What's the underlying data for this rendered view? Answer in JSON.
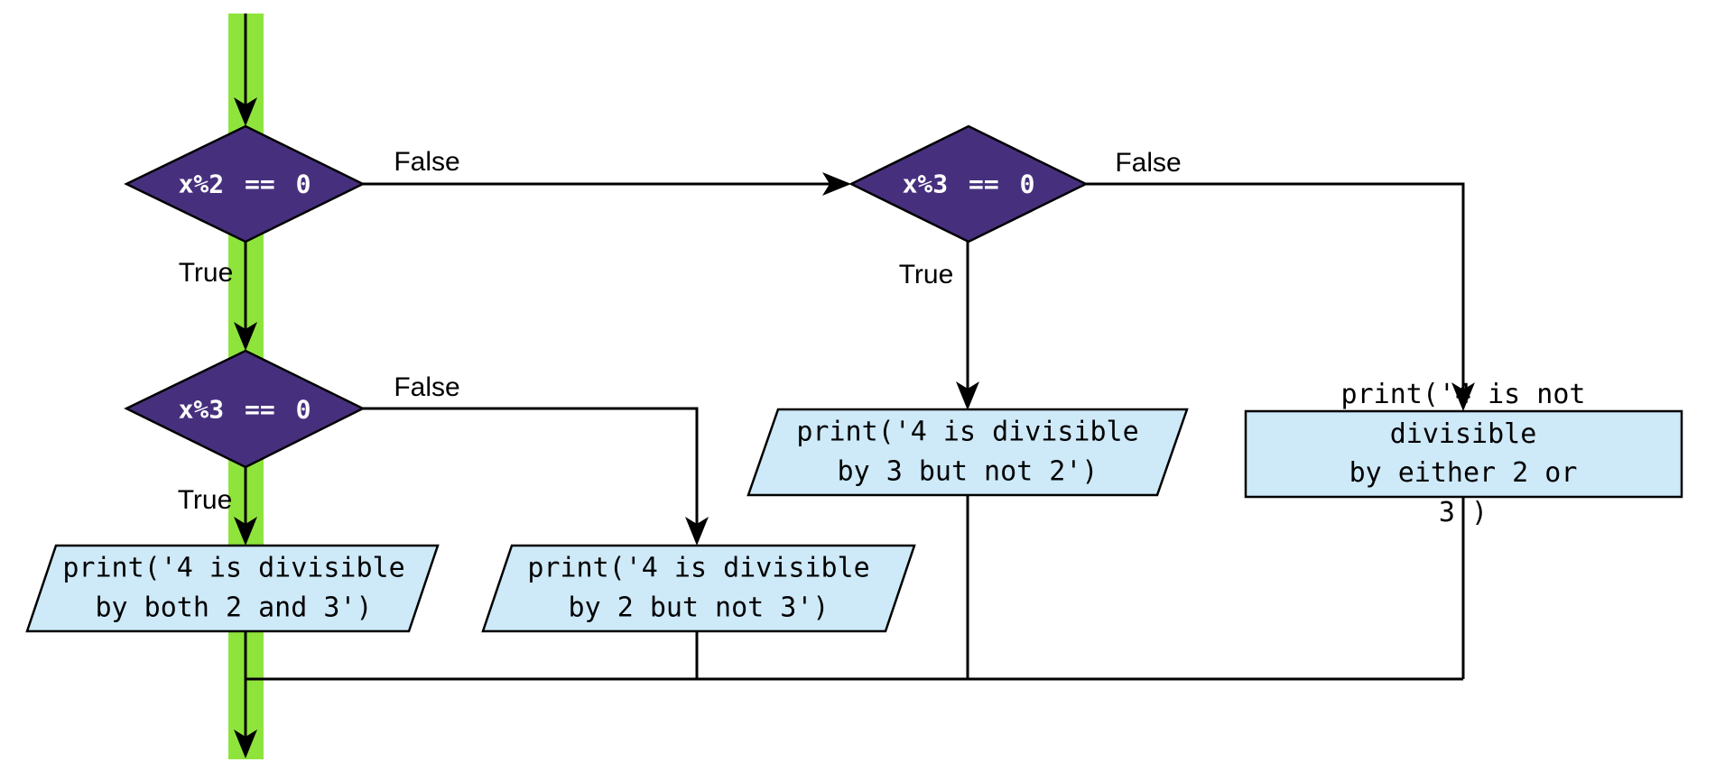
{
  "colors": {
    "decision_fill": "#46307E",
    "decision_text": "#FFFFFF",
    "io_fill": "#CEE9F8",
    "highlight": "#8FE43C",
    "line": "#000000",
    "label_text": "#000000"
  },
  "nodes": {
    "decision1": {
      "type": "decision",
      "label": "x%2 == 0"
    },
    "decision2": {
      "type": "decision",
      "label": "x%3 == 0"
    },
    "decision3": {
      "type": "decision",
      "label": "x%3 == 0"
    },
    "output1": {
      "type": "io",
      "label": "print('4 is divisible\nby both 2 and 3')"
    },
    "output2": {
      "type": "io",
      "label": "print('4 is divisible\nby 2 but not 3')"
    },
    "output3": {
      "type": "io",
      "label": "print('4 is divisible\nby 3 but not 2')"
    },
    "output4": {
      "type": "io",
      "label": "print('4 is not divisible\nby either 2 or 3')"
    }
  },
  "edges": [
    {
      "from": "entry",
      "to": "decision1",
      "label": "",
      "highlighted": true
    },
    {
      "from": "decision1",
      "to": "decision2",
      "label": "True",
      "highlighted": true
    },
    {
      "from": "decision1",
      "to": "decision3",
      "label": "False",
      "highlighted": false
    },
    {
      "from": "decision2",
      "to": "output1",
      "label": "True",
      "highlighted": true
    },
    {
      "from": "decision2",
      "to": "output2",
      "label": "False",
      "highlighted": false
    },
    {
      "from": "decision3",
      "to": "output3",
      "label": "True",
      "highlighted": false
    },
    {
      "from": "decision3",
      "to": "output4",
      "label": "False",
      "highlighted": false
    },
    {
      "from": "merge",
      "to": "exit",
      "label": "",
      "highlighted": true
    }
  ]
}
